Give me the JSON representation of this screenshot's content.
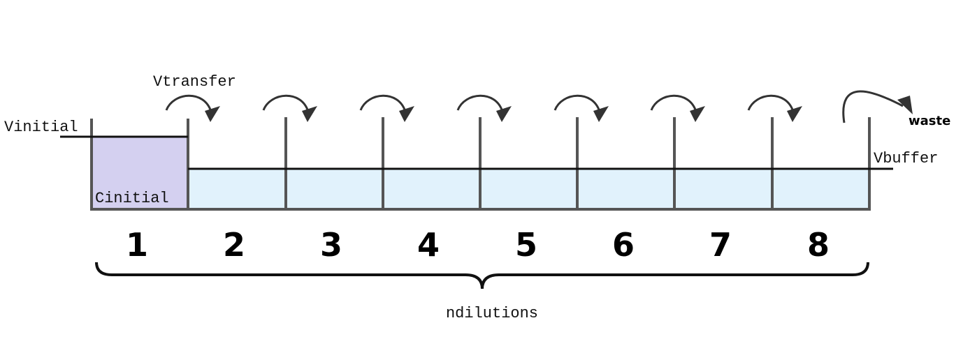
{
  "labels": {
    "v_initial": "Vinitial",
    "c_initial": "Cinitial",
    "v_transfer": "Vtransfer",
    "v_buffer": "Vbuffer",
    "waste": "waste",
    "n_dilutions": "ndilutions"
  },
  "tubes": [
    "1",
    "2",
    "3",
    "4",
    "5",
    "6",
    "7",
    "8"
  ],
  "colors": {
    "initial_fill": "#d4d0f0",
    "buffer_fill": "#e1f2fc",
    "wall": "#555555",
    "arrow": "#333333"
  }
}
